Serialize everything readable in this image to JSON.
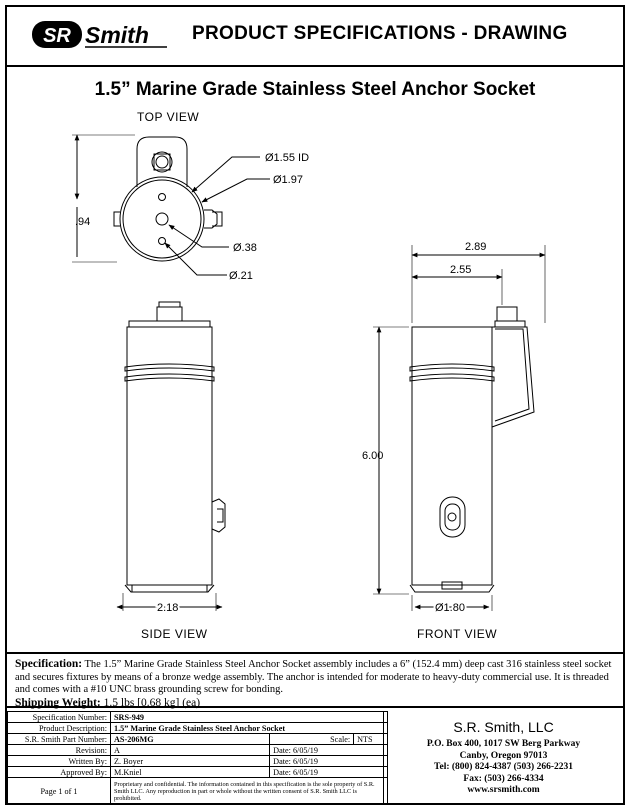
{
  "header": {
    "logo_left": "SR",
    "logo_right": "Smith",
    "title": "PRODUCT SPECIFICATIONS - DRAWING"
  },
  "product_title": "1.5” Marine Grade Stainless Steel Anchor Socket",
  "views": {
    "top": "TOP VIEW",
    "side": "SIDE VIEW",
    "front": "FRONT VIEW"
  },
  "dimensions": {
    "id": "Ø1.55 ID",
    "od": "Ø1.97",
    "height_top": ".94",
    "hole_large": "Ø.38",
    "hole_small": "Ø.21",
    "width_289": "2.89",
    "width_255": "2.55",
    "height_600": "6.00",
    "side_width": "2.18",
    "front_dia": "Ø1.80"
  },
  "specification": {
    "label": "Specification:",
    "text": "The 1.5” Marine Grade Stainless Steel Anchor Socket assembly includes a 6” (152.4 mm) deep cast 316 stainless steel socket and secures fixtures by means of a bronze wedge assembly.  The anchor is intended for moderate to heavy-duty commercial use.  It is threaded and comes with a #10 UNC brass grounding screw for bonding.",
    "weight_label": "Shipping Weight:",
    "weight_value": "1.5 lbs [0.68 kg] (ea)"
  },
  "title_block": {
    "spec_number_label": "Specification Number:",
    "spec_number": "SRS-949",
    "description_label": "Product Description:",
    "description": "1.5” Marine Grade Stainless Steel Anchor Socket",
    "part_label": "S.R. Smith Part Number:",
    "part": "AS-206MG",
    "scale_label": "Scale:",
    "scale": "NTS",
    "revision_label": "Revision:",
    "revision": "A",
    "revision_date": "Date: 6/05/19",
    "written_label": "Written By:",
    "written": "Z. Boyer",
    "written_date": "Date: 6/05/19",
    "approved_label": "Approved By:",
    "approved": "M.Kniel",
    "approved_date": "Date: 6/05/19",
    "page": "Page 1 of 1",
    "confidential": "Proprietary and confidential. The information contained in this specification is the sole property of S.R. Smith LLC.  Any reproduction in part or whole without the written consent of S.R. Smith LLC is prohibited."
  },
  "company": {
    "name": "S.R. Smith, LLC",
    "address1": "P.O. Box 400, 1017 SW Berg Parkway",
    "address2": "Canby, Oregon 97013",
    "tel": "Tel: (800) 824-4387      (503) 266-2231",
    "fax": "Fax: (503) 266-4334",
    "web": "www.srsmith.com"
  }
}
